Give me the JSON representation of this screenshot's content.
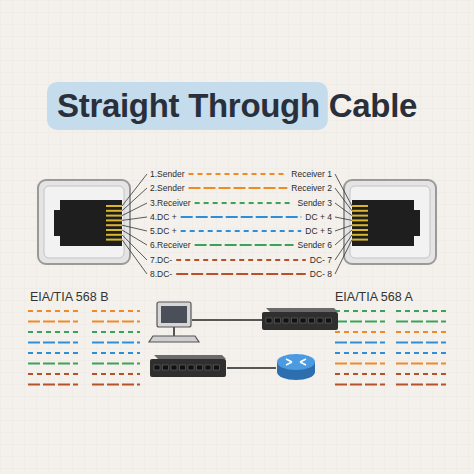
{
  "diagram": {
    "title": "Straight Through Cable",
    "labels": [
      "1.Sender",
      "Receiver 1",
      "2.Sender",
      "Receiver 2",
      "3.Receiver",
      "Sender 3",
      "4.DC +",
      "DC + 4",
      "5.DC +",
      "DC + 5",
      "6.Receiver",
      "Sender 6",
      "7.DC-",
      "DC- 7",
      "8.DC-",
      "DC- 8",
      "EIA/TIA 568 B",
      "EIA/TIA 568 A"
    ]
  }
}
